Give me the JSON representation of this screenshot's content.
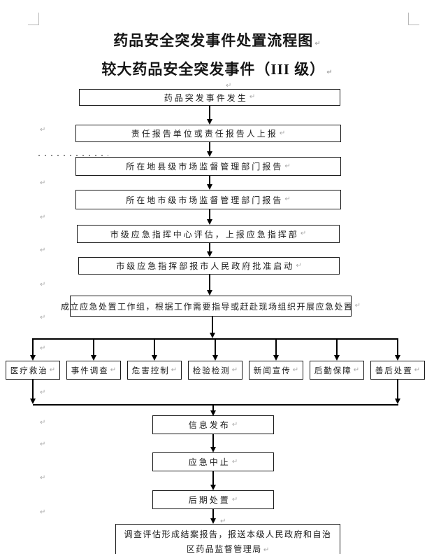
{
  "page": {
    "title_line1": "药品安全突发事件处置流程图",
    "title_line2": "较大药品安全突发事件（III 级）"
  },
  "marks": {
    "return": "↵"
  },
  "flow": {
    "steps": [
      {
        "label": "药品突发事件发生"
      },
      {
        "label": "责任报告单位或责任报告人上报"
      },
      {
        "label": "所在地县级市场监督管理部门报告"
      },
      {
        "label": "所在地市级市场监督管理部门报告"
      },
      {
        "label": "市级应急指挥中心评估，上报应急指挥部"
      },
      {
        "label": "市级应急指挥部报市人民政府批准启动"
      },
      {
        "label": "成立应急处置工作组，根据工作需要指导或赶赴现场组织开展应急处置"
      }
    ],
    "branches": [
      {
        "label": "医疗救治"
      },
      {
        "label": "事件调查"
      },
      {
        "label": "危害控制"
      },
      {
        "label": "检验检测"
      },
      {
        "label": "新闻宣传"
      },
      {
        "label": "后勤保障"
      },
      {
        "label": "善后处置"
      }
    ],
    "tail_steps": [
      {
        "label": "信息发布"
      },
      {
        "label": "应急中止"
      },
      {
        "label": "后期处置"
      },
      {
        "label": "调查评估形成结案报告，报送本级人民政府和自治区药品监督管理局"
      }
    ]
  },
  "colors": {
    "line": "#000000",
    "text": "#1b1b1b",
    "mark_gray": "#a9a9a9"
  }
}
